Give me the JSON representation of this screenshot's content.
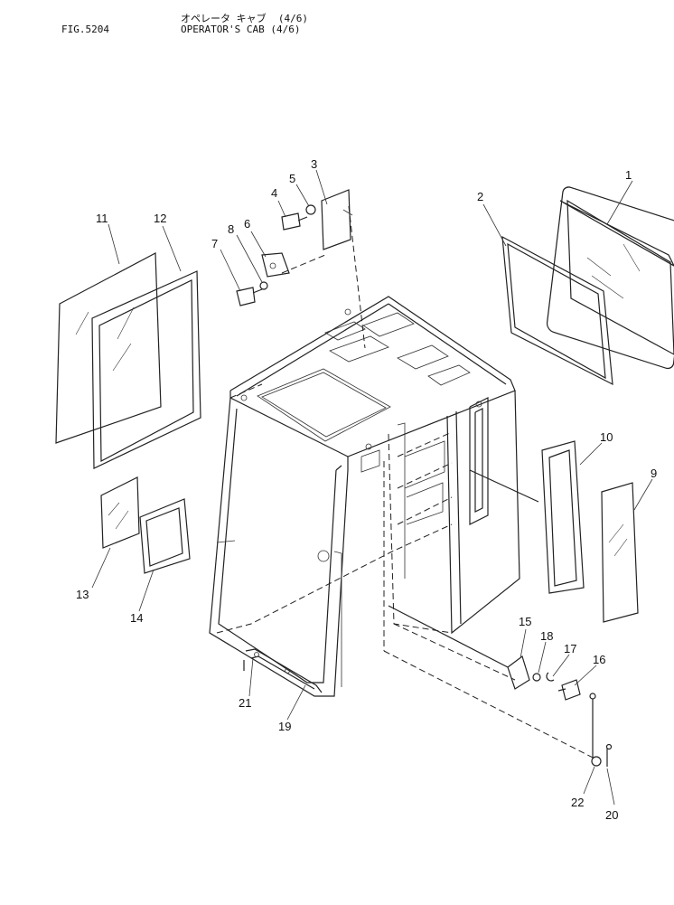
{
  "header": {
    "fig_no": "FIG.5204",
    "title_kana": "オペレータ キャブ  (4/6)",
    "title": "OPERATOR'S CAB (4/6)"
  },
  "callouts": [
    "1",
    "2",
    "3",
    "4",
    "5",
    "6",
    "7",
    "8",
    "9",
    "10",
    "11",
    "12",
    "13",
    "14",
    "15",
    "16",
    "17",
    "18",
    "19",
    "20",
    "21",
    "22"
  ]
}
